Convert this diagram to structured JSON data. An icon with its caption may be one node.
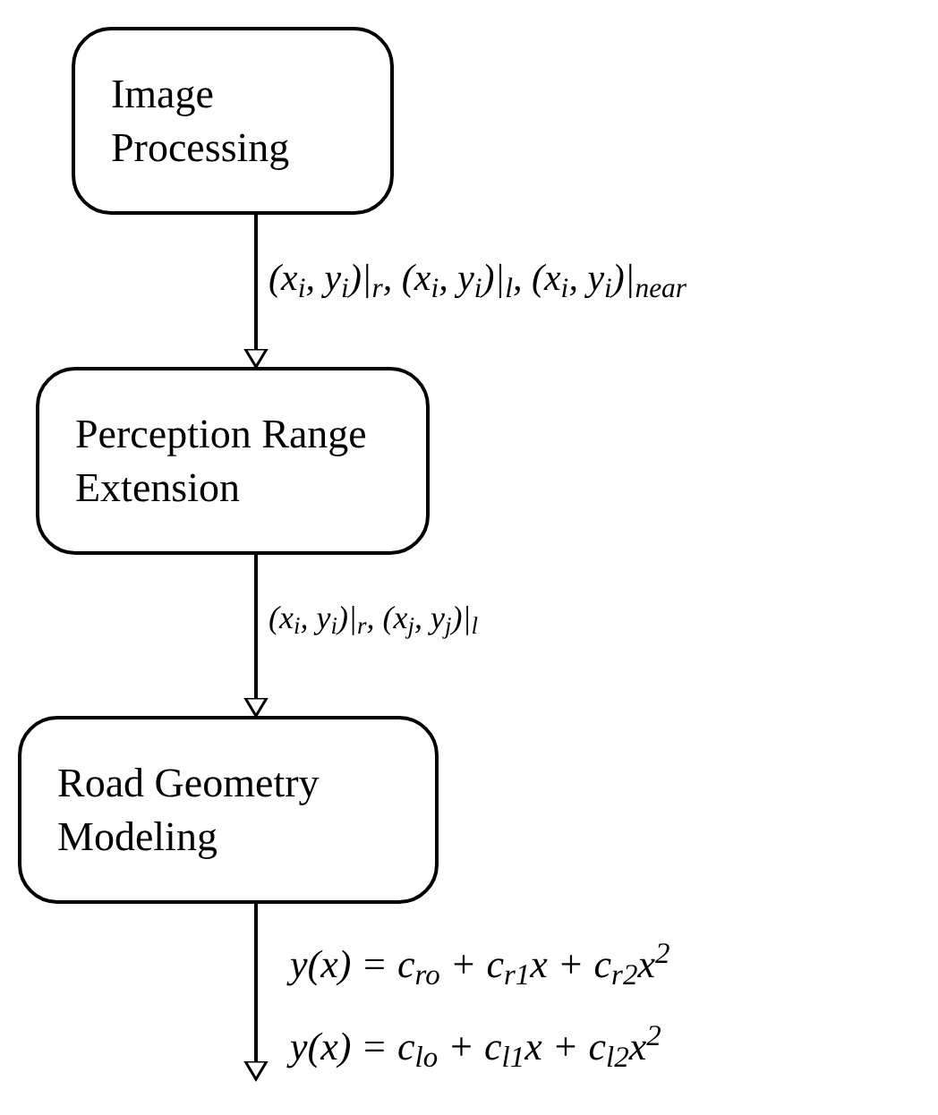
{
  "diagram": {
    "nodes": [
      {
        "text": [
          "Image Processing"
        ]
      },
      {
        "text": [
          "Perception Range Extension"
        ]
      },
      {
        "text": [
          "Road Geometry Modeling"
        ]
      }
    ],
    "edges": [
      {
        "from": 0,
        "to": 1,
        "arrow": "to",
        "label": "(x$_{i}$, y$_{i}$)|$_{r}$, (x$_{i}$, y$_{i}$)|$_{l}$, (x$_{i}$, y$_{i}$)|$_{near}$"
      },
      {
        "from": 1,
        "to": 2,
        "arrow": "to",
        "label": "(x$_{i}$, y$_{i}$)|$_{r}$, (x$_{j}$, y$_{j}$)|$_{l}$"
      },
      {
        "from": 2,
        "to": null,
        "arrow": "to",
        "label": "y(x) = c$_{ro}$ + c$_{r1}$x + c$_{r2}$x$^{2}$"
      }
    ],
    "labels": [
      "y(x) = c$_{lo}$ + c$_{l1}$x + c$_{l2}$x$^{2}$"
    ]
  }
}
